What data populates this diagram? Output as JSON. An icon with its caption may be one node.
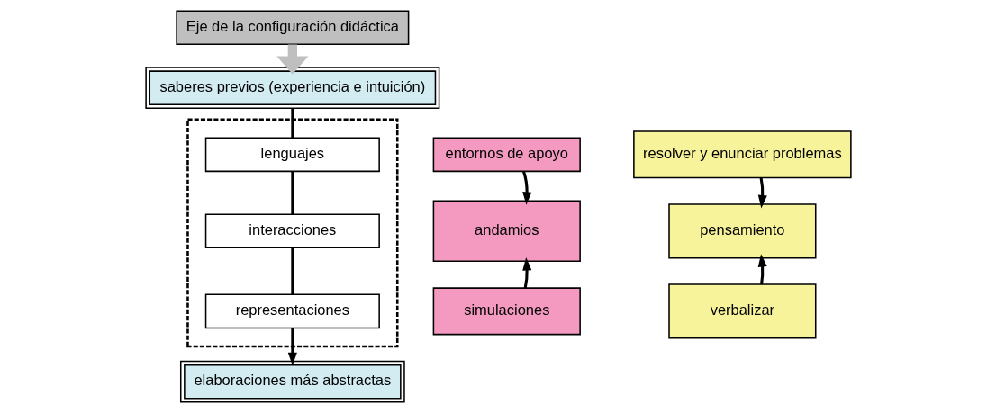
{
  "diagram": {
    "nodes": [
      {
        "text": [
          "Eje de la configuración didáctica"
        ]
      },
      {
        "text": [
          "saberes previos (experiencia e intuición)"
        ]
      },
      {
        "text": [],
        "shape": "box"
      },
      {
        "text": [
          "lenguajes"
        ],
        "in": 2
      },
      {
        "text": [
          "interacciones"
        ],
        "in": 2
      },
      {
        "text": [
          "representaciones"
        ],
        "in": 2
      },
      {
        "text": [
          "elaboraciones más abstractas"
        ]
      },
      {
        "text": [
          "entornos de apoyo"
        ]
      },
      {
        "text": [
          "andamios"
        ]
      },
      {
        "text": [
          "simulaciones"
        ]
      },
      {
        "text": [
          "resolver y enunciar problemas"
        ]
      },
      {
        "text": [
          "pensamiento"
        ]
      },
      {
        "text": [
          "verbalizar"
        ]
      }
    ],
    "edges": [
      {
        "from": 0,
        "to": 1,
        "arrow": "to",
        "style": "thick",
        "color": "#bfbfbf"
      },
      {
        "from": 1,
        "to": 3,
        "arrow": "none"
      },
      {
        "from": 3,
        "to": 4,
        "arrow": "none"
      },
      {
        "from": 4,
        "to": 5,
        "arrow": "none"
      },
      {
        "from": 5,
        "to": 6,
        "arrow": "to"
      },
      {
        "from": 7,
        "to": 8,
        "arrow": "to"
      },
      {
        "from": 9,
        "to": 8,
        "arrow": "to"
      },
      {
        "from": 10,
        "to": 11,
        "arrow": "to"
      },
      {
        "from": 12,
        "to": 11,
        "arrow": "to"
      }
    ]
  }
}
